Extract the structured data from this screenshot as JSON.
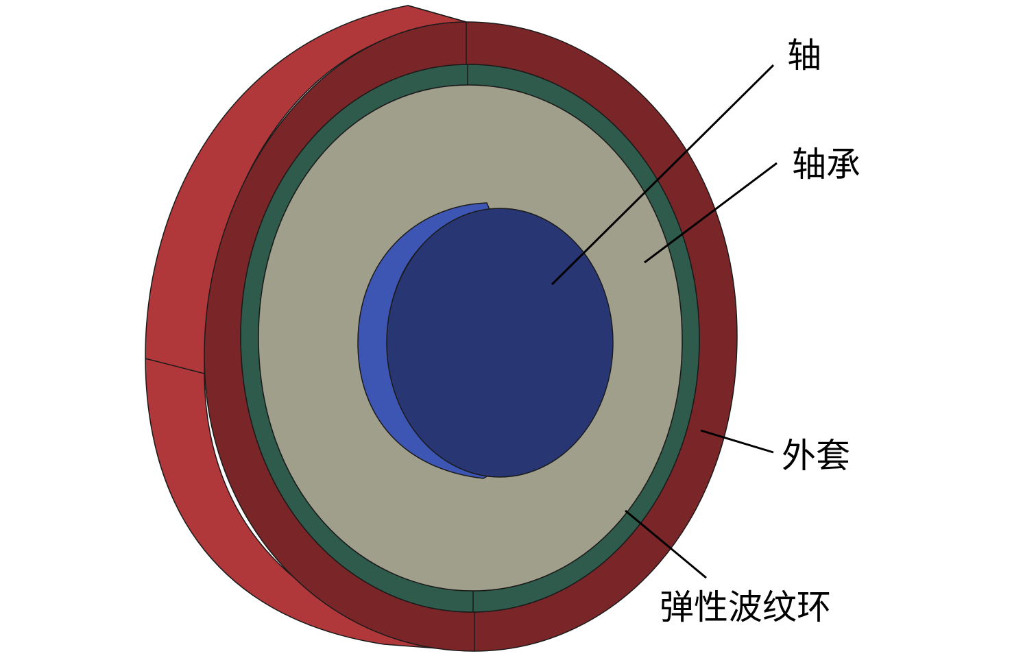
{
  "labels": {
    "shaft": "轴",
    "bearing": "轴承",
    "outer_sleeve": "外套",
    "elastic_ring": "弹性波纹环"
  },
  "colors": {
    "outer_sleeve_side": "#B0373A",
    "outer_sleeve_face": "#7A2528",
    "elastic_ring": "#2F5B4C",
    "bearing": "#A09F8C",
    "shaft_side": "#3E56B3",
    "shaft_face": "#283673",
    "leader_line": "#000000"
  }
}
